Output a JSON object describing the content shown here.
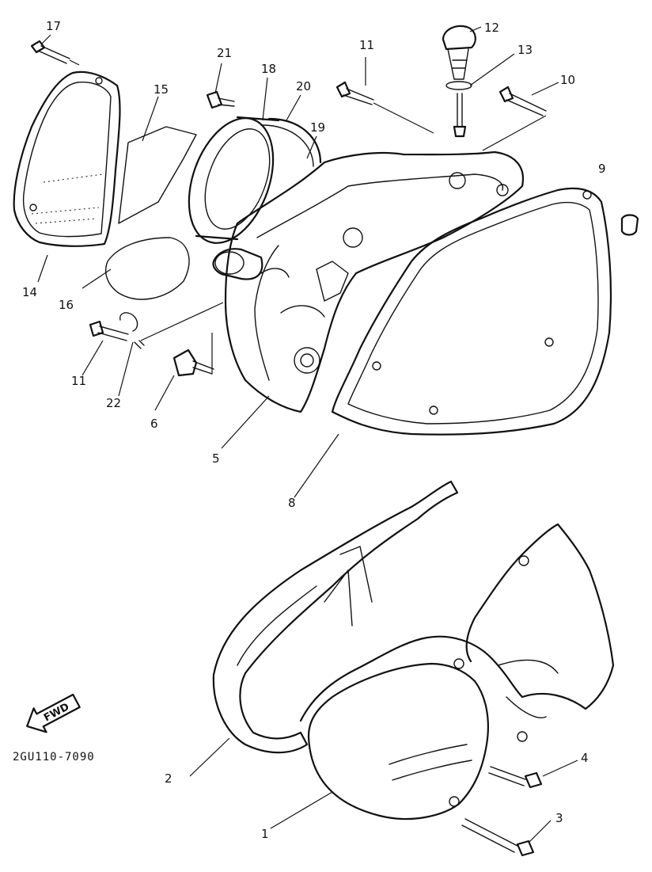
{
  "diagram": {
    "drawing_code": "2GU110-7090",
    "direction_label": "FWD",
    "callouts": {
      "p1": "1",
      "p2": "2",
      "p3": "3",
      "p4": "4",
      "p5": "5",
      "p6": "6",
      "p8": "8",
      "p9": "9",
      "p10": "10",
      "p11a": "11",
      "p11b": "11",
      "p12": "12",
      "p13": "13",
      "p14": "14",
      "p15": "15",
      "p16": "16",
      "p17": "17",
      "p18": "18",
      "p19": "19",
      "p20": "20",
      "p21": "21",
      "p22": "22"
    }
  }
}
